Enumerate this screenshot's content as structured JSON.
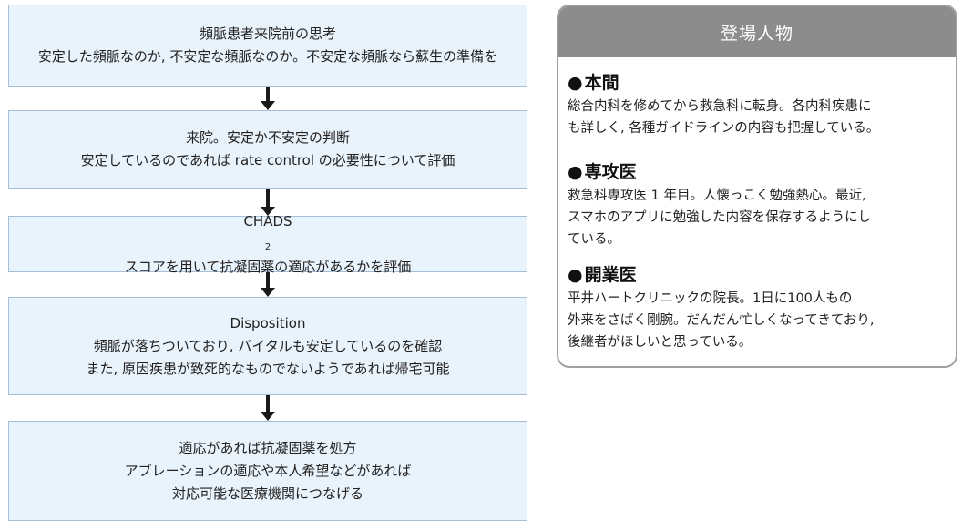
{
  "flow": {
    "step1": {
      "lines": [
        "頻脈患者来院前の思考",
        "安定した頻脈なのか, 不安定な頻脈なのか。不安定な頻脈なら蘇生の準備を"
      ]
    },
    "step2": {
      "lines": [
        "来院。安定か不安定の判断",
        "安定しているのであれば rate control の必要性について評価"
      ]
    },
    "step3": {
      "prefix": "CHADS",
      "subscript": "2",
      "suffix": "スコアを用いて抗凝固薬の適応があるかを評価"
    },
    "step4": {
      "lines": [
        "Disposition",
        "頻脈が落ちついており, バイタルも安定しているのを確認",
        "また, 原因疾患が致死的なものでないようであれば帰宅可能"
      ]
    },
    "step5": {
      "lines": [
        "適応があれば抗凝固薬を処方",
        "アブレーションの適応や本人希望などがあれば",
        "対応可能な医療機関につなげる"
      ]
    }
  },
  "cast": {
    "title": "登場人物",
    "bullet": "●",
    "people": [
      {
        "name": "本間",
        "lines": [
          "総合内科を修めてから救急科に転身。各内科疾患に",
          "も詳しく, 各種ガイドラインの内容も把握している。"
        ]
      },
      {
        "name": "専攻医",
        "lines": [
          "救急科専攻医 1 年目。人懐っこく勉強熱心。最近,",
          "スマホのアプリに勉強した内容を保存するようにし",
          "ている。"
        ]
      },
      {
        "name": "開業医",
        "lines": [
          "平井ハートクリニックの院長。1日に100人もの",
          "外来をさばく剛腕。だんだん忙しくなってきており,",
          "後継者がほしいと思っている。"
        ]
      }
    ]
  },
  "colors": {
    "box_fill": "#e9f3fb",
    "box_border": "#a7bfd6",
    "arrow": "#1a1a1a",
    "header_fill": "#8c8c8c"
  }
}
